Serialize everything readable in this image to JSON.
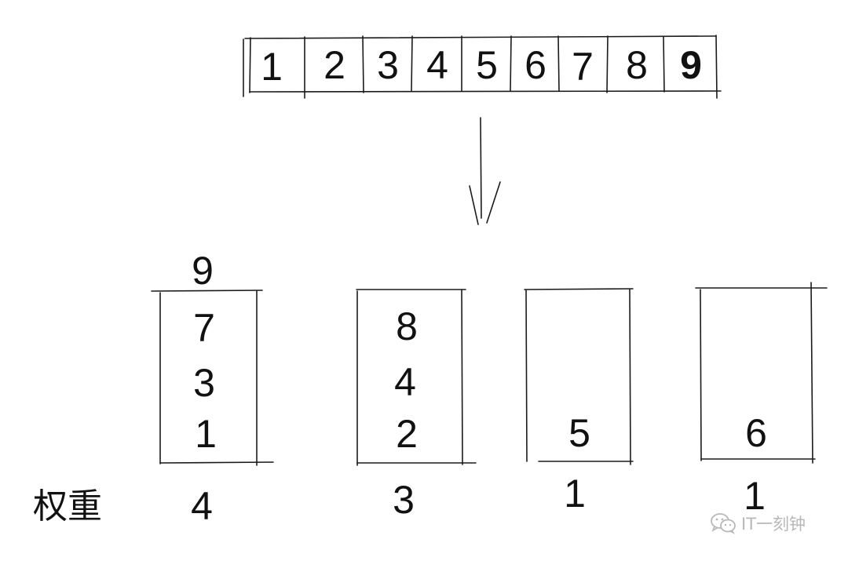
{
  "top_array": {
    "cells": [
      "1",
      "2",
      "3",
      "4",
      "5",
      "6",
      "7",
      "8",
      "9"
    ],
    "highlighted_index": 8
  },
  "buckets": [
    {
      "overflow_top": "9",
      "items": [
        "7",
        "3",
        "1"
      ],
      "weight": "4"
    },
    {
      "items": [
        "8",
        "4",
        "2"
      ],
      "weight": "3"
    },
    {
      "items": [
        "5"
      ],
      "weight": "1"
    },
    {
      "items": [
        "6"
      ],
      "weight": "1"
    }
  ],
  "weight_label": "权重",
  "watermark": {
    "icon": "wechat-icon",
    "text": "IT一刻钟"
  }
}
